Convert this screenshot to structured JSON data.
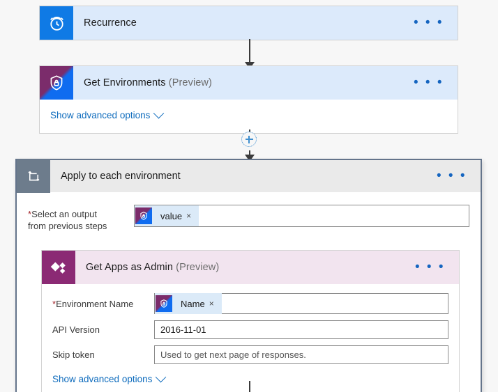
{
  "canvas": {
    "background": "#f7f7f7",
    "accent_blue": "#0f6cbd",
    "required_red": "#a4262c"
  },
  "steps": [
    {
      "id": "recurrence",
      "title": "Recurrence",
      "preview": "",
      "icon": "alarm-clock-icon",
      "icon_bg": "#0f7ae5",
      "header_bg": "#dceafb",
      "menu": "• • •",
      "has_body": false
    },
    {
      "id": "get-environments",
      "title": "Get Environments",
      "preview": "(Preview)",
      "icon": "shield-lock-icon",
      "icon_bg": "#7b2c6b",
      "header_bg": "#dceafb",
      "menu": "• • •",
      "has_body": true,
      "advanced_label": "Show advanced options"
    }
  ],
  "foreach": {
    "title": "Apply to each environment",
    "icon": "loop-repeat-icon",
    "icon_bg": "#6d7c8c",
    "header_bg": "#eaeaea",
    "menu": "• • •",
    "select_label_line1": "Select an output",
    "select_label_line2": "from previous steps",
    "required_marker": "*",
    "token": {
      "text": "value",
      "remove": "×",
      "icon": "shield-lock-token-icon"
    }
  },
  "getapps": {
    "title": "Get Apps as Admin",
    "preview": "(Preview)",
    "icon": "powerapps-diamond-icon",
    "icon_bg": "#8b2a74",
    "header_bg": "#f2e4ef",
    "menu": "• • •",
    "advanced_label": "Show advanced options",
    "fields": [
      {
        "label": "Environment Name",
        "required": true,
        "required_marker": "*",
        "type": "token",
        "token_text": "Name",
        "token_remove": "×",
        "value": "",
        "placeholder": ""
      },
      {
        "label": "API Version",
        "required": false,
        "required_marker": "",
        "type": "value",
        "token_text": "",
        "token_remove": "",
        "value": "2016-11-01",
        "placeholder": ""
      },
      {
        "label": "Skip token",
        "required": false,
        "required_marker": "",
        "type": "placeholder",
        "token_text": "",
        "token_remove": "",
        "value": "",
        "placeholder": "Used to get next page of responses."
      }
    ]
  },
  "connectors": {
    "add_step_label": "+"
  }
}
